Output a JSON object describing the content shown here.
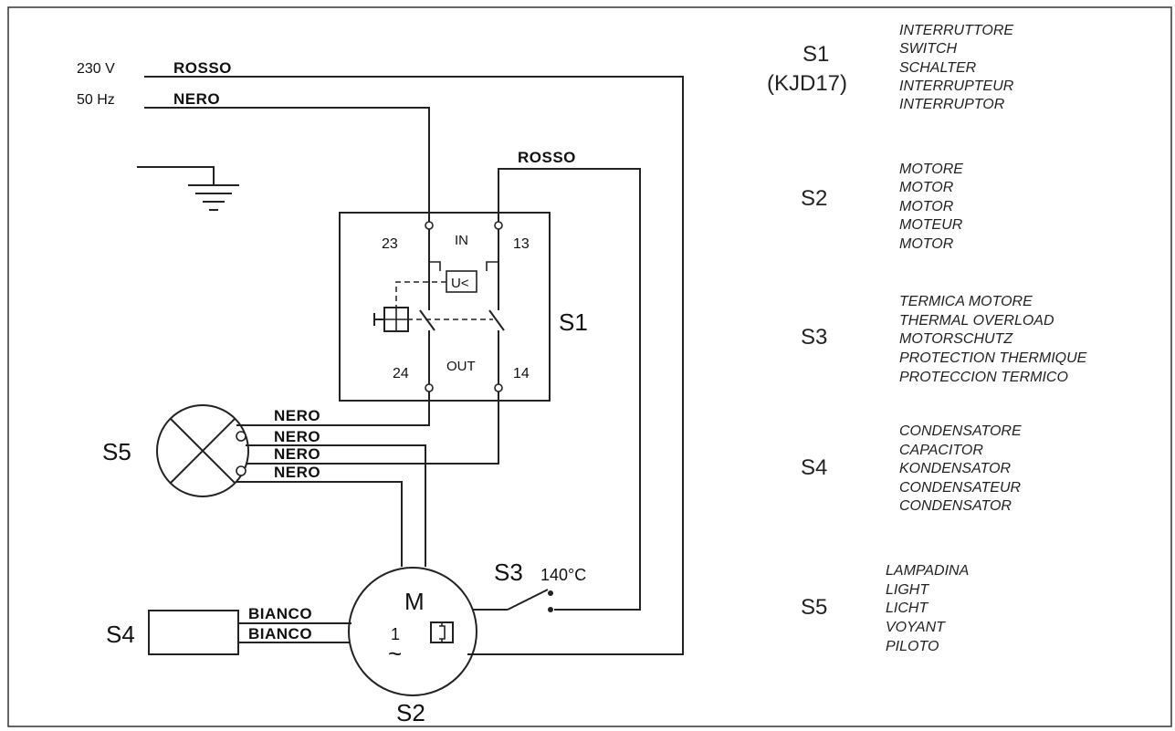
{
  "supply": {
    "voltage": "230 V",
    "frequency": "50 Hz"
  },
  "wires": {
    "phase": "ROSSO",
    "neutral": "NERO",
    "rosso_top": "ROSSO",
    "nero_1": "NERO",
    "nero_2": "NERO",
    "nero_3": "NERO",
    "nero_4": "NERO",
    "bianco_1": "BIANCO",
    "bianco_2": "BIANCO"
  },
  "switch_box": {
    "label": "S1",
    "in": "IN",
    "out": "OUT",
    "t23": "23",
    "t13": "13",
    "t24": "24",
    "t14": "14",
    "relay": "U<"
  },
  "components": {
    "s2": "S2",
    "s3": "S3",
    "s4": "S4",
    "s5": "S5",
    "motor_m": "M",
    "motor_phase": "1",
    "motor_tilde": "~",
    "temp": "140°C"
  },
  "legend": [
    {
      "code": "S1",
      "sub": "(KJD17)",
      "items": [
        "INTERRUTTORE",
        "SWITCH",
        "SCHALTER",
        "INTERRUPTEUR",
        "INTERRUPTOR"
      ]
    },
    {
      "code": "S2",
      "sub": "",
      "items": [
        "MOTORE",
        "MOTOR",
        "MOTOR",
        "MOTEUR",
        "MOTOR"
      ]
    },
    {
      "code": "S3",
      "sub": "",
      "items": [
        "TERMICA MOTORE",
        "THERMAL OVERLOAD",
        "MOTORSCHUTZ",
        "PROTECTION THERMIQUE",
        "PROTECCION TERMICO"
      ]
    },
    {
      "code": "S4",
      "sub": "",
      "items": [
        "CONDENSATORE",
        "CAPACITOR",
        "KONDENSATOR",
        "CONDENSATEUR",
        "CONDENSATOR"
      ]
    },
    {
      "code": "S5",
      "sub": "",
      "items": [
        "LAMPADINA",
        "LIGHT",
        "LICHT",
        "VOYANT",
        "PILOTO"
      ]
    }
  ]
}
